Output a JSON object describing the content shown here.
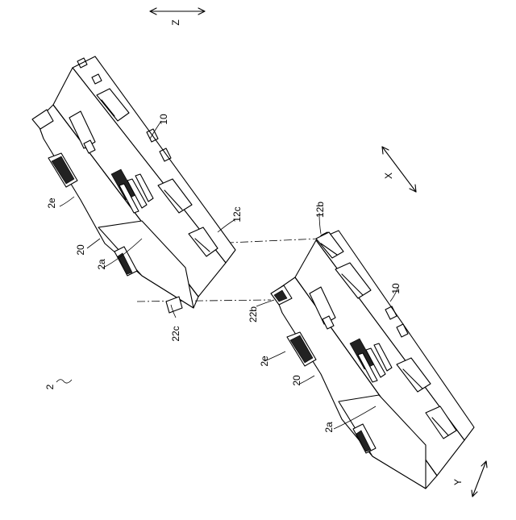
{
  "figure": {
    "labels": {
      "axis_z": "Z",
      "axis_x": "X",
      "axis_y": "Y",
      "assembly": "2",
      "upper_body": "10",
      "upper_housing": "20",
      "upper_2e": "2e",
      "upper_2a": "2a",
      "upper_12c": "12c",
      "upper_22c": "22c",
      "lower_body": "10",
      "lower_housing": "20",
      "lower_2e": "2e",
      "lower_2a": "2a",
      "lower_12b": "12b",
      "lower_22b": "22b"
    }
  }
}
